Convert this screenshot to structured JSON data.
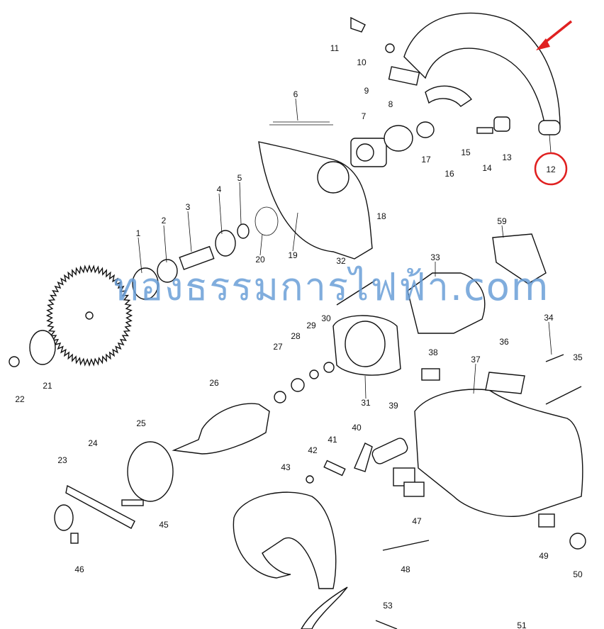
{
  "part_numbers": [
    "1",
    "2",
    "3",
    "4",
    "5",
    "6",
    "7",
    "8",
    "9",
    "10",
    "11",
    "12",
    "13",
    "14",
    "15",
    "16",
    "17",
    "18",
    "19",
    "20",
    "21",
    "22",
    "23",
    "24",
    "25",
    "26",
    "27",
    "28",
    "29",
    "30",
    "31",
    "32",
    "33",
    "34",
    "35",
    "36",
    "37",
    "38",
    "39",
    "40",
    "41",
    "42",
    "43",
    "45",
    "46",
    "47",
    "48",
    "49",
    "50",
    "51",
    "53",
    "59"
  ],
  "highlight": {
    "part": "12",
    "color": "#e02020"
  },
  "watermark": "ทองธรรมการไฟฟ้า.com",
  "watermark_color": "#6a9fd8"
}
